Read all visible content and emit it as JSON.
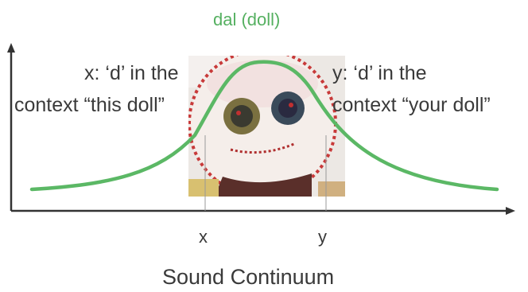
{
  "curve_label": "dal (doll)",
  "annotations": {
    "x_line1": "x: ‘d’ in the",
    "x_line2": "context “this doll”",
    "y_line1": "y: ‘d’ in the",
    "y_line2": "context “your doll”"
  },
  "ticks": [
    "x",
    "y"
  ],
  "axis_label": "Sound Continuum",
  "colors": {
    "curve": "#5bb865",
    "axis": "#333333",
    "text": "#3a3a3a"
  },
  "image": {
    "subject": "stitched-doll-face",
    "icon": "doll-face-photo-icon"
  }
}
